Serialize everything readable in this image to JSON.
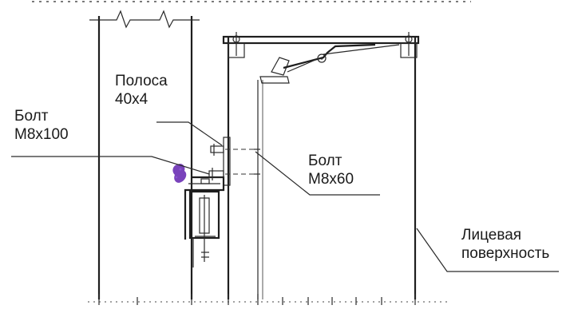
{
  "labels": {
    "strip": {
      "line1": "Полоса",
      "line2": "40x4"
    },
    "bolt_left": {
      "line1": "Болт",
      "line2": "M8x100"
    },
    "bolt_right": {
      "line1": "Болт",
      "line2": "M8x60"
    },
    "face": {
      "line1": "Лицевая",
      "line2": "поверхность"
    }
  },
  "colors": {
    "line": "#2a2a2a",
    "marker": "#6a2fb4",
    "background": "#ffffff"
  }
}
